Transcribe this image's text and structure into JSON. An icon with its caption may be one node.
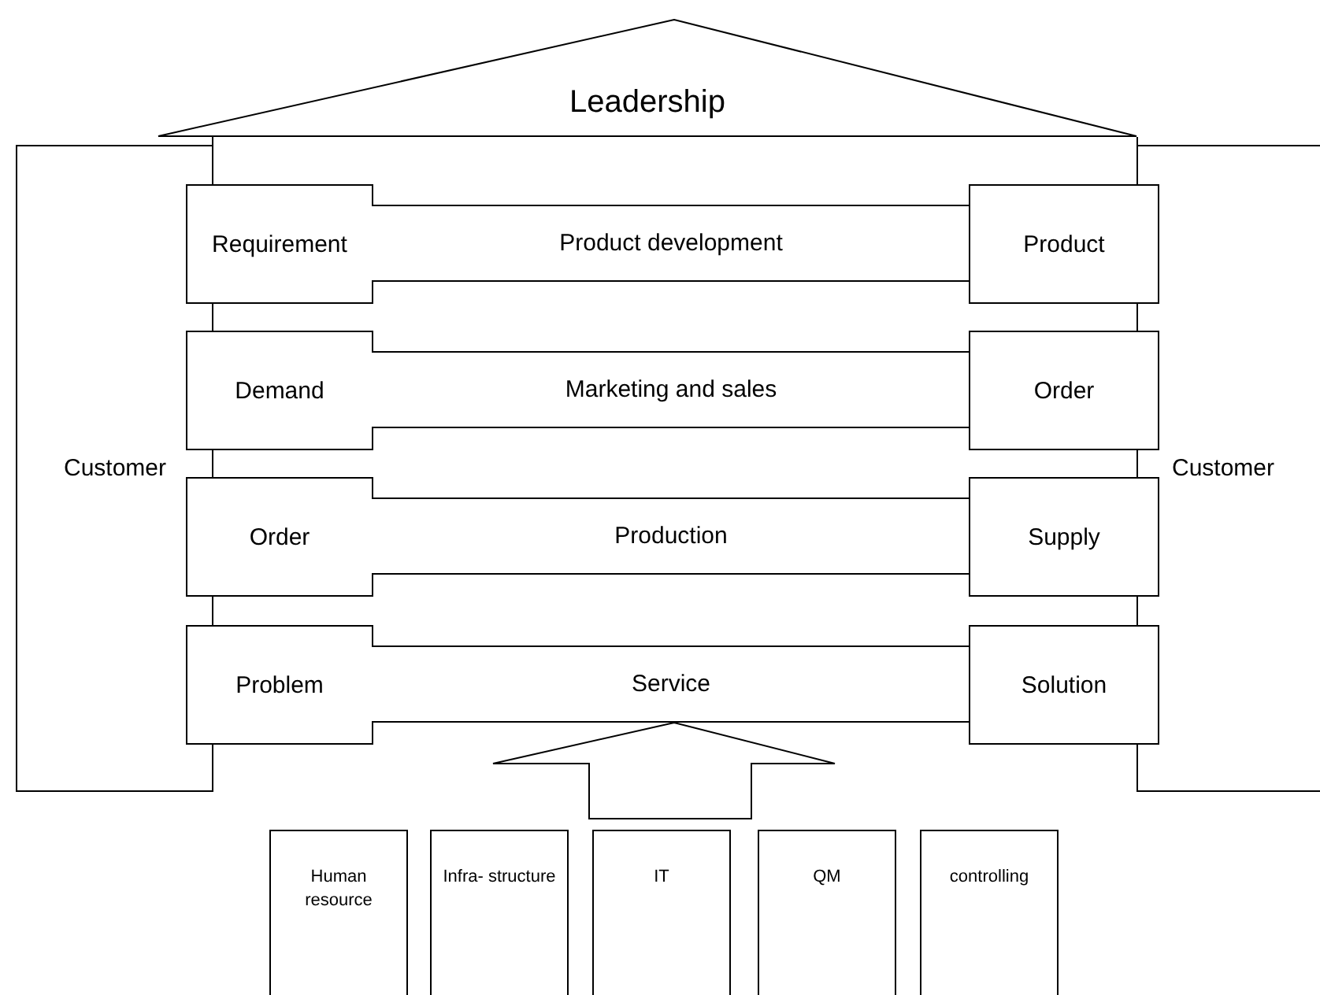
{
  "diagram": {
    "nodes": [
      {
        "text": [
          "Leadership"
        ]
      },
      {
        "text": [
          "Customer"
        ]
      },
      {
        "text": [
          "Customer"
        ]
      },
      {
        "text": [
          "Requirement"
        ]
      },
      {
        "text": [
          "Product development"
        ]
      },
      {
        "text": [
          "Product"
        ]
      },
      {
        "text": [
          "Demand"
        ]
      },
      {
        "text": [
          "Marketing and sales"
        ]
      },
      {
        "text": [
          "Order"
        ]
      },
      {
        "text": [
          "Order"
        ]
      },
      {
        "text": [
          "Production"
        ]
      },
      {
        "text": [
          "Supply"
        ]
      },
      {
        "text": [
          "Problem"
        ]
      },
      {
        "text": [
          "Service"
        ]
      },
      {
        "text": [
          "Solution"
        ]
      },
      {
        "text": [
          "Human resource"
        ]
      },
      {
        "text": [
          "Infra- structure"
        ]
      },
      {
        "text": [
          "IT"
        ]
      },
      {
        "text": [
          "QM"
        ]
      },
      {
        "text": [
          "controlling"
        ]
      }
    ],
    "edges": [
      {
        "from": null,
        "to": 13,
        "arrow": "to"
      }
    ]
  }
}
